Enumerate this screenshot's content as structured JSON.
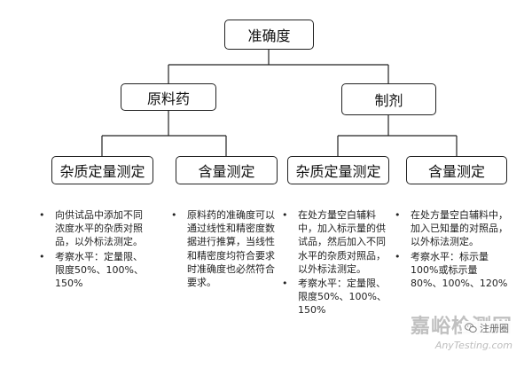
{
  "root": {
    "label": "准确度"
  },
  "branches": [
    {
      "label": "原料药",
      "children": [
        {
          "label": "杂质定量测定",
          "notes": [
            "向供试品中添加不同浓度水平的杂质对照品，以外标法测定。",
            "考察水平：定量限、限度50%、100%、150%"
          ]
        },
        {
          "label": "含量测定",
          "notes": [
            "原料药的准确度可以通过线性和精密度数据进行推算，当线性和精密度均符合要求时准确度也必然符合要求。"
          ]
        }
      ]
    },
    {
      "label": "制剂",
      "children": [
        {
          "label": "杂质定量测定",
          "notes": [
            "在处方量空白辅料中，加入标示量的供试品，然后加入不同水平的杂质对照品，以外标法测定。",
            "考察水平：定量限、限度50%、100%、150%"
          ]
        },
        {
          "label": "含量测定",
          "notes": [
            "在处方量空白辅料中，加入已知量的对照品，以外标法测定。",
            "考察水平：标示量100%或标示量80%、100%、120%"
          ]
        }
      ]
    }
  ],
  "watermark": {
    "main": "嘉峪检测网",
    "badge": "注册圈",
    "badge_icon": "wechat-icon",
    "url": "AnyTesting.com"
  },
  "colors": {
    "line": "#222222",
    "box_border": "#222222",
    "watermark": "#c0c0c0"
  }
}
